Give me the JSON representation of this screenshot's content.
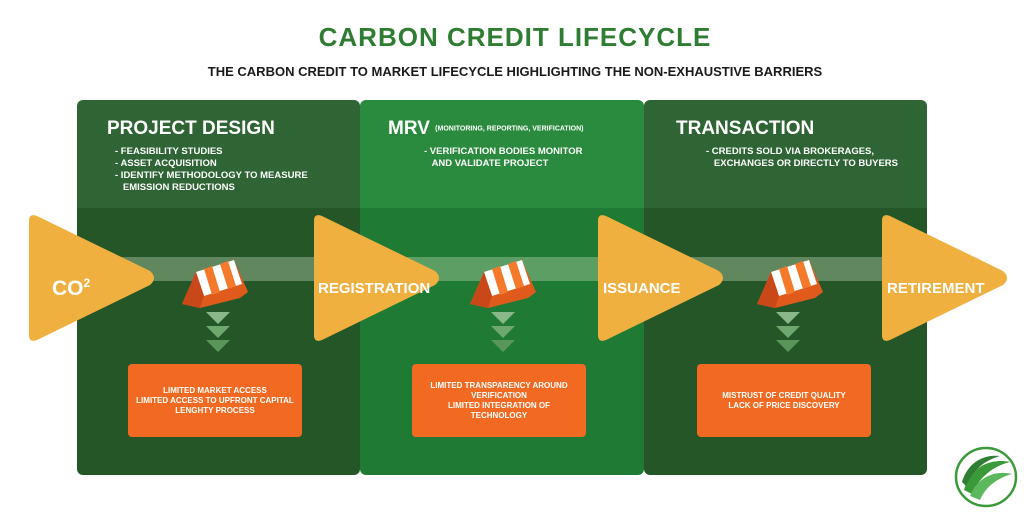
{
  "title": "CARBON CREDIT LIFECYCLE",
  "subtitle": "THE CARBON CREDIT TO MARKET LIFECYCLE HIGHLIGHTING THE NON-EXHAUSTIVE BARRIERS",
  "panels": [
    {
      "heading": "PROJECT DESIGN",
      "note": "",
      "items": [
        "- FEASIBILITY STUDIES",
        "- ASSET ACQUISITION",
        "- IDENTIFY METHODOLOGY TO MEASURE",
        "   EMISSION REDUCTIONS"
      ]
    },
    {
      "heading": "MRV",
      "note": "(MONITORING, REPORTING, VERIFICATION)",
      "items": [
        "- VERIFICATION BODIES MONITOR",
        "   AND VALIDATE PROJECT"
      ]
    },
    {
      "heading": "TRANSACTION",
      "note": "",
      "items": [
        "- CREDITS SOLD VIA BROKERAGES,",
        "   EXCHANGES OR DIRECTLY TO BUYERS"
      ]
    }
  ],
  "stages": {
    "co2": "CO",
    "co2_sup": "2",
    "registration": "REGISTRATION",
    "issuance": "ISSUANCE",
    "retirement": "RETIREMENT"
  },
  "barriers": [
    [
      "LIMITED MARKET ACCESS",
      "LIMITED ACCESS TO UPFRONT CAPITAL",
      "LENGHTY PROCESS"
    ],
    [
      "LIMITED TRANSPARENCY AROUND",
      "VERIFICATION",
      "LIMITED INTEGRATION OF",
      "TECHNOLOGY"
    ],
    [
      "MISTRUST OF CREDIT QUALITY",
      "LACK OF PRICE DISCOVERY"
    ]
  ],
  "colors": {
    "arrow": "#f0b040",
    "barrier": "#f26a21",
    "title": "#2e7d32",
    "panel_dark": "#245628",
    "panel_mid": "#1f7a33"
  },
  "icons": [
    "road-barrier-icon",
    "chevron-down-icon",
    "leaf-logo-icon"
  ]
}
